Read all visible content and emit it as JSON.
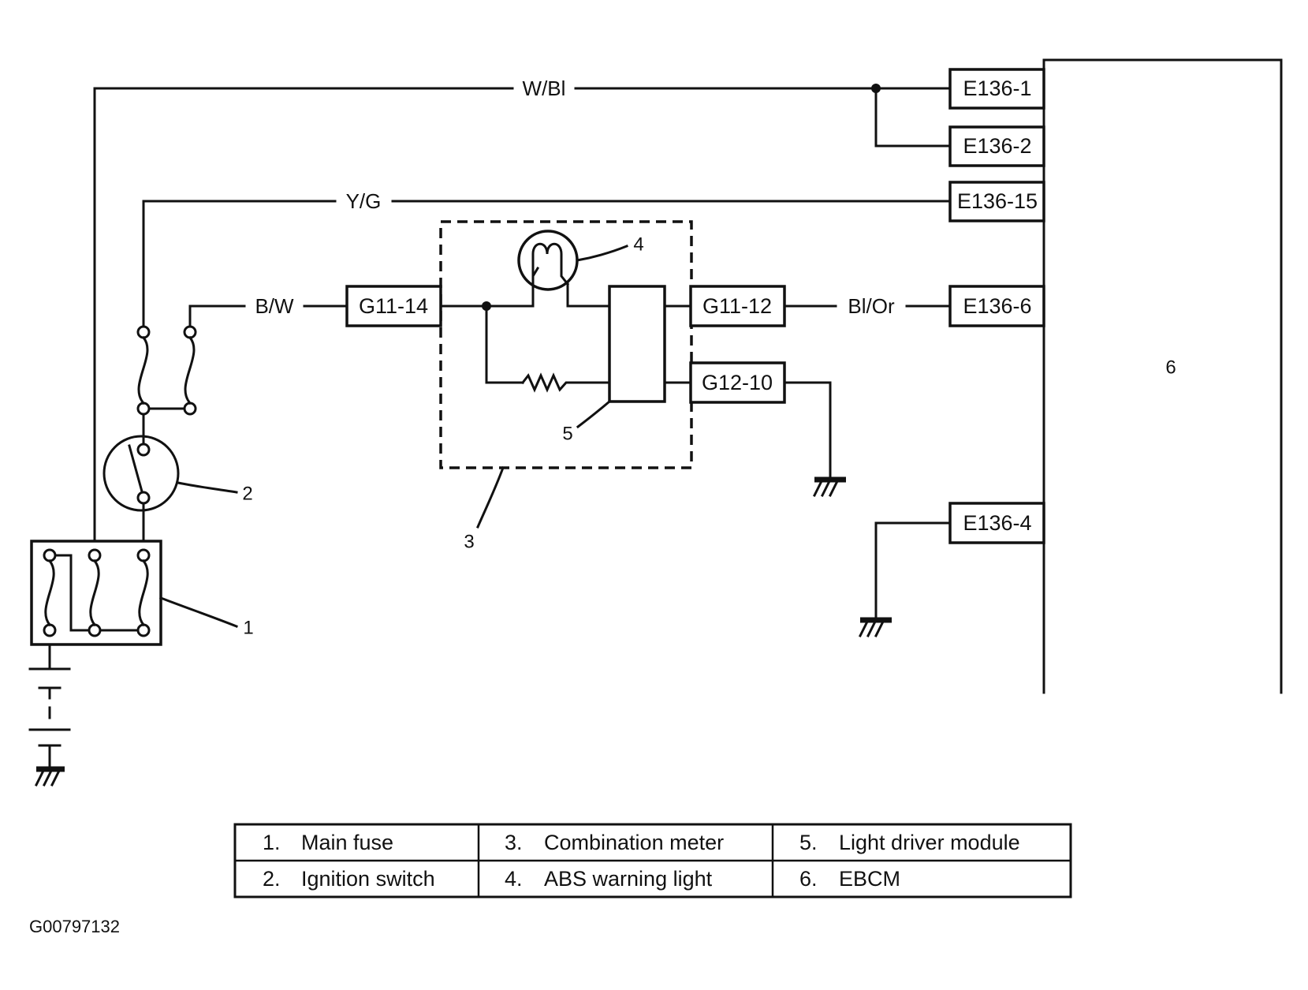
{
  "wire_colors": [
    "W/Bl",
    "Y/G",
    "B/W",
    "Bl/Or"
  ],
  "connectors": {
    "g11_14": "G11-14",
    "g11_12": "G11-12",
    "g12_10": "G12-10",
    "e136_1": "E136-1",
    "e136_2": "E136-2",
    "e136_15": "E136-15",
    "e136_6": "E136-6",
    "e136_4": "E136-4"
  },
  "callouts": [
    "1",
    "2",
    "3",
    "4",
    "5",
    "6"
  ],
  "legend": [
    {
      "num": "1.",
      "label": "Main fuse"
    },
    {
      "num": "2.",
      "label": "Ignition switch"
    },
    {
      "num": "3.",
      "label": "Combination meter"
    },
    {
      "num": "4.",
      "label": "ABS warning light"
    },
    {
      "num": "5.",
      "label": "Light driver module"
    },
    {
      "num": "6.",
      "label": "EBCM"
    }
  ],
  "figure_id": "G00797132"
}
